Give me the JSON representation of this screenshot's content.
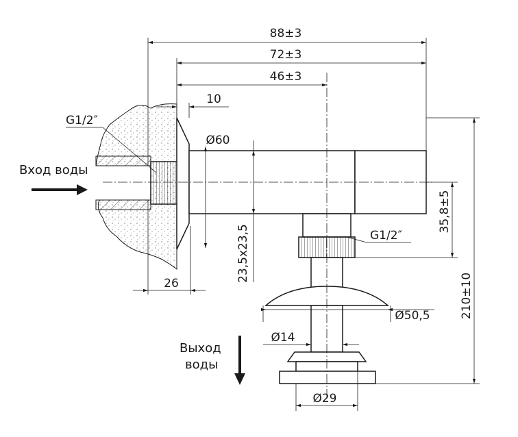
{
  "labels": {
    "water_in": "Вход воды",
    "water_out_line1": "Выход",
    "water_out_line2": "воды",
    "thread_left": "G1/2″",
    "thread_right": "G1/2″"
  },
  "dimensions": {
    "d88": "88±3",
    "d72": "72±3",
    "d46": "46±3",
    "d10": "10",
    "d26": "26",
    "dia60": "Ø60",
    "v235": "23,5x23,5",
    "v358": "35,8±5",
    "v210": "210±10",
    "dia505": "Ø50,5",
    "dia14": "Ø14",
    "dia29": "Ø29"
  }
}
